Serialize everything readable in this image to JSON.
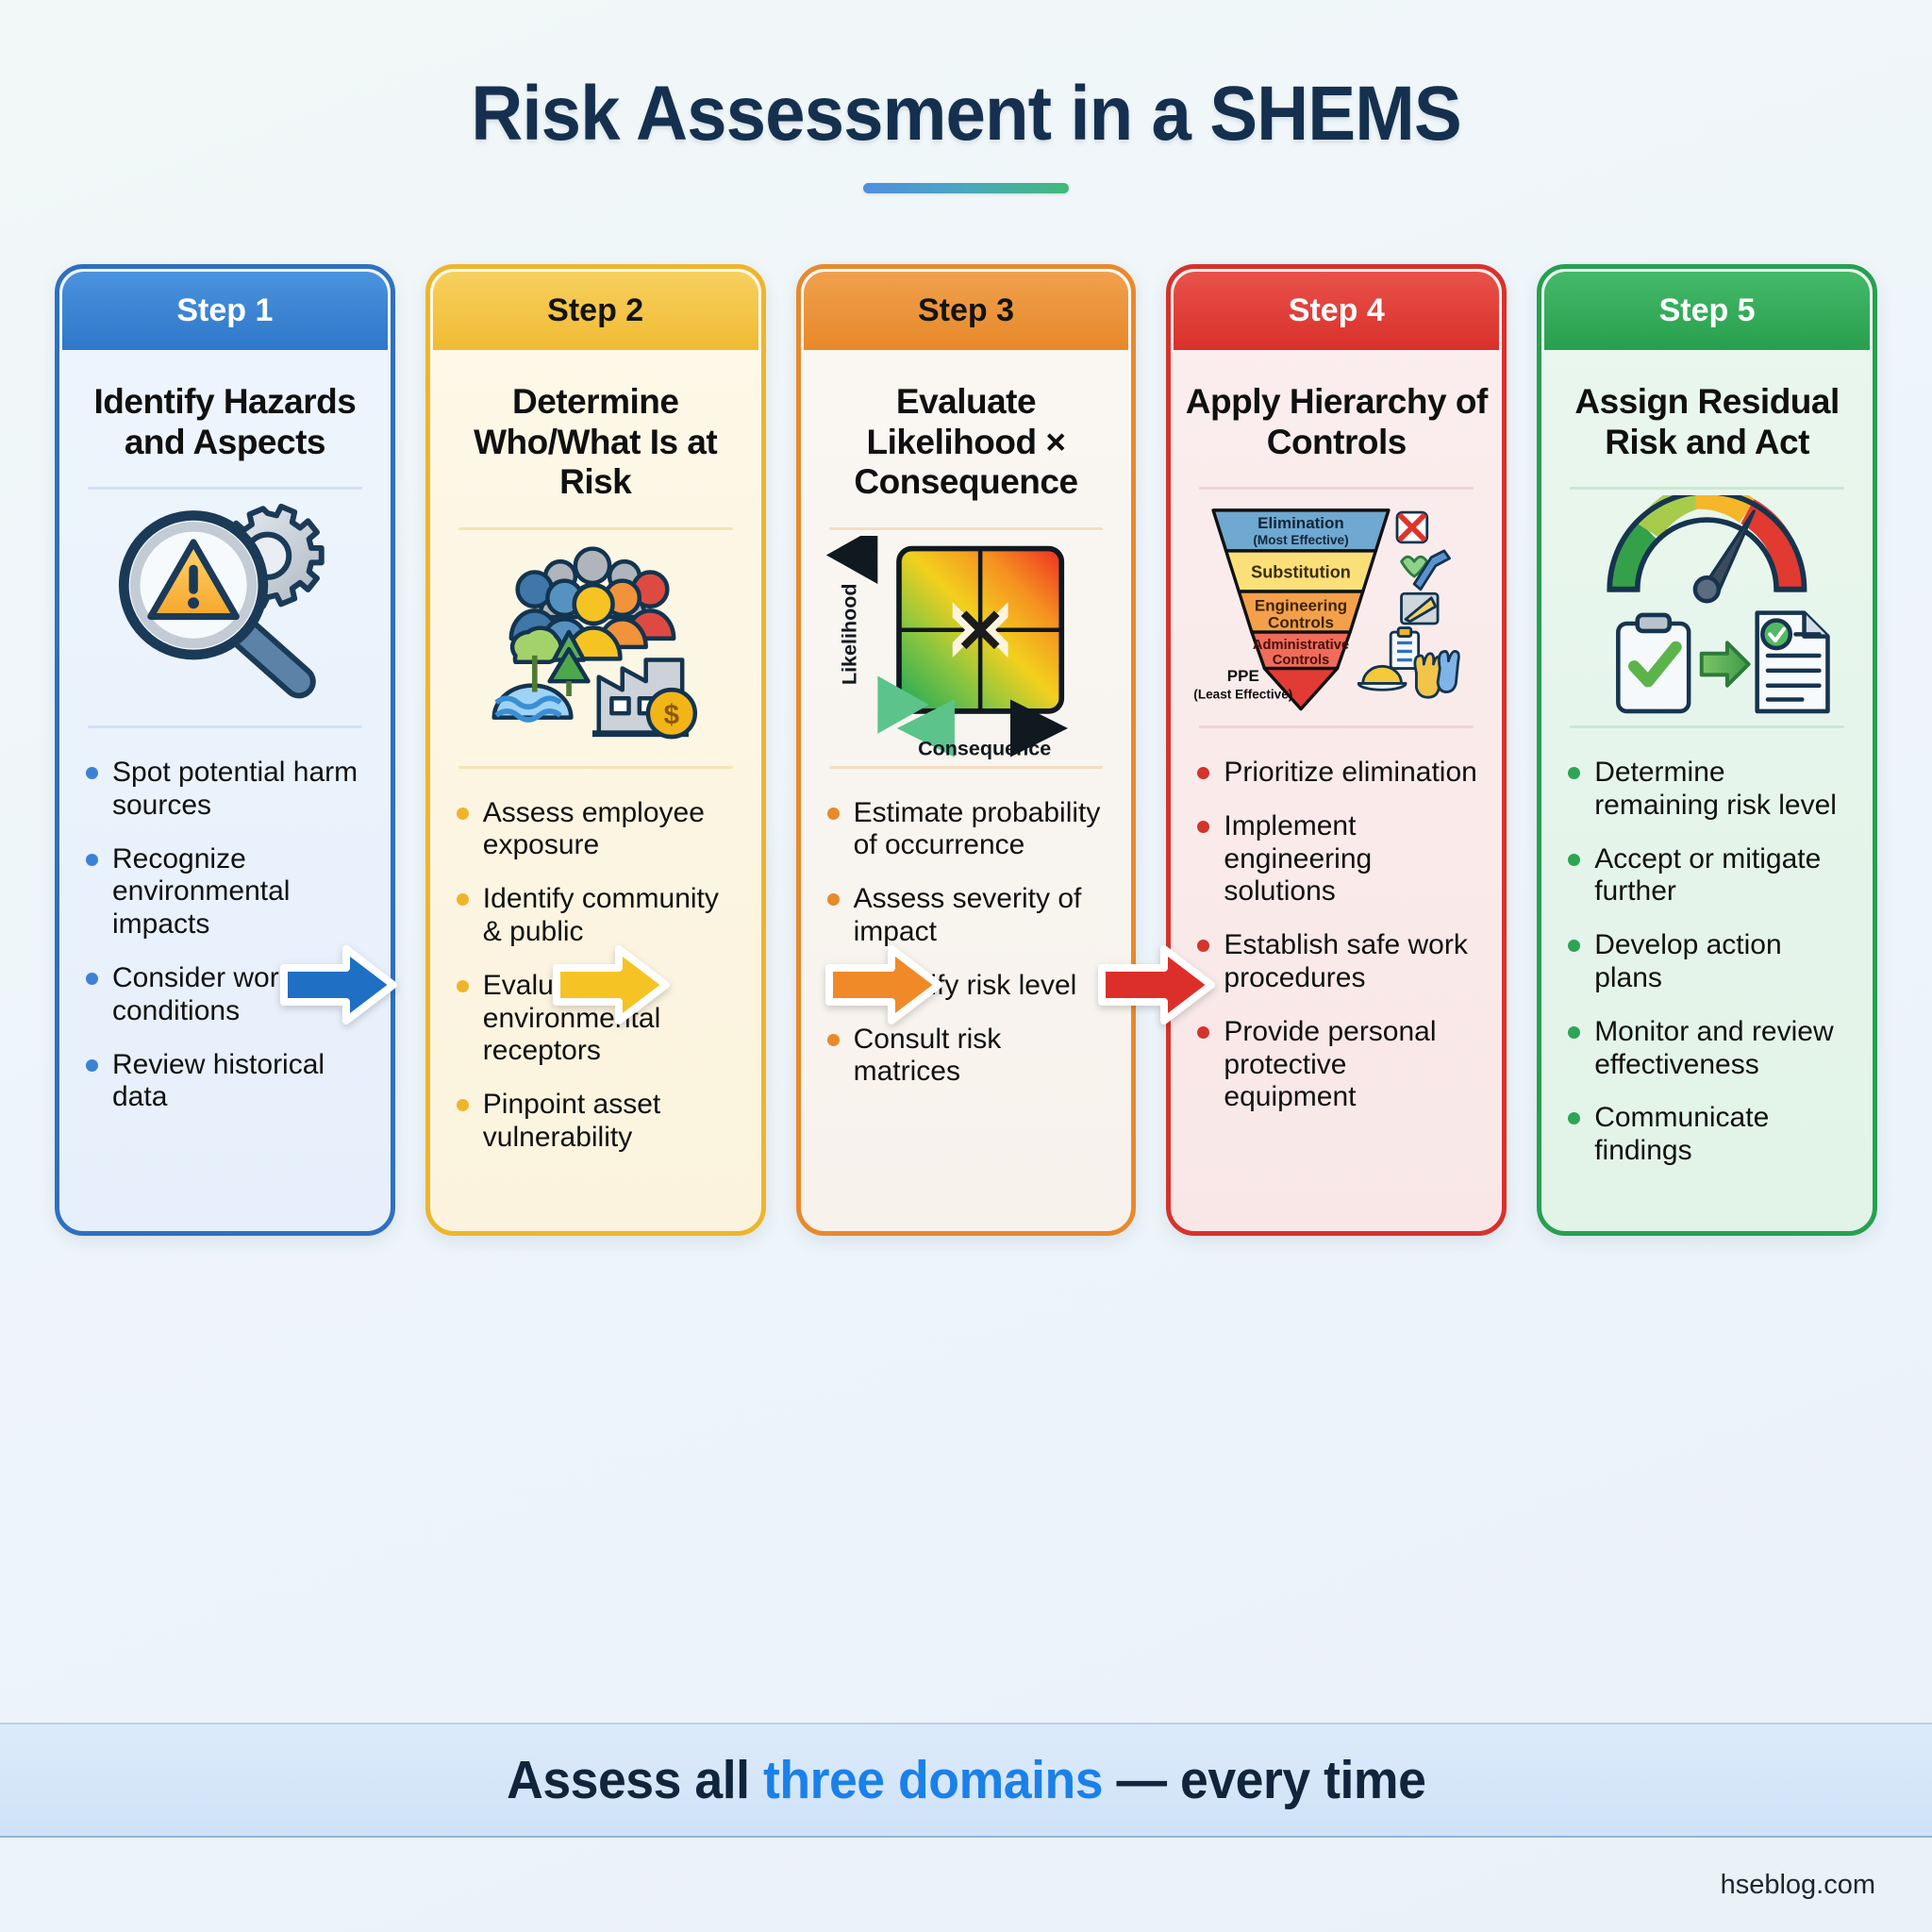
{
  "header": {
    "title": "Risk Assessment in a SHEMS"
  },
  "steps": [
    {
      "badge": "Step 1",
      "title": "Identify Hazards and Aspects",
      "icon": "magnifier-warning-gear-icon",
      "accent": "#3b82d6",
      "bullets": [
        "Spot potential harm sources",
        "Recognize environmental impacts",
        "Consider workplace conditions",
        "Review historical data"
      ]
    },
    {
      "badge": "Step 2",
      "title": "Determine Who/What Is at Risk",
      "icon": "people-environment-assets-icon",
      "accent": "#eeb52c",
      "bullets": [
        "Assess employee exposure",
        "Identify community & public",
        "Evaluate environmental receptors",
        "Pinpoint asset vulnerability"
      ]
    },
    {
      "badge": "Step 3",
      "title": "Evaluate Likelihood × Consequence",
      "icon": "risk-matrix-icon",
      "accent": "#e8892c",
      "bullets": [
        "Estimate probability of occurrence",
        "Assess severity of impact",
        "Quantify risk level",
        "Consult risk matrices"
      ]
    },
    {
      "badge": "Step 4",
      "title": "Apply Hierarchy of Controls",
      "icon": "hierarchy-of-controls-funnel-icon",
      "accent": "#d3342c",
      "bullets": [
        "Prioritize elimination",
        "Implement engineering solutions",
        "Establish safe work procedures",
        "Provide personal protective equipment"
      ]
    },
    {
      "badge": "Step 5",
      "title": "Assign Residual Risk and Act",
      "icon": "gauge-clipboard-document-icon",
      "accent": "#2ea455",
      "bullets": [
        "Determine remaining risk level",
        "Accept or mitigate further",
        "Develop action plans",
        "Monitor and review effectiveness",
        "Communicate findings"
      ]
    }
  ],
  "risk_matrix": {
    "y_axis_label": "Likelihood",
    "x_axis_label": "Consequence",
    "marker": "×"
  },
  "hierarchy_funnel": {
    "levels": [
      {
        "label": "Elimination",
        "sublabel": "(Most Effective)",
        "color": "#6fa8d0"
      },
      {
        "label": "Substitution",
        "sublabel": "",
        "color": "#fbe07a"
      },
      {
        "label": "Engineering Controls",
        "sublabel": "",
        "color": "#f4a04a"
      },
      {
        "label": "Administrative Controls",
        "sublabel": "",
        "color": "#ef6b5a"
      },
      {
        "label": "PPE",
        "sublabel": "(Least Effective)",
        "color": "#e23b33"
      }
    ]
  },
  "banner": {
    "prefix": "Assess all ",
    "highlight": "three domains",
    "suffix": " — every time"
  },
  "footer": {
    "site": "hseblog.com"
  },
  "connector_colors": {
    "arrow1": "#1f6fc4",
    "arrow2": "#f6c324",
    "arrow3": "#f08a29",
    "arrow4": "#dc2f2a"
  }
}
